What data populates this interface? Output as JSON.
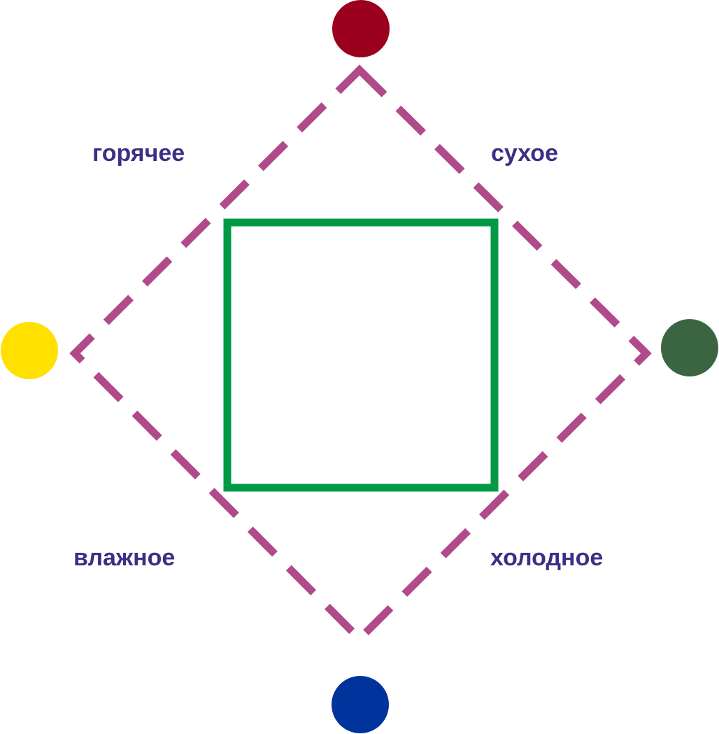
{
  "colors": {
    "background": "#ffffff",
    "diamond": "#b04a8a",
    "square": "#009944",
    "label": "#3b3086",
    "node_top": "#9b001c",
    "node_right": "#3b6540",
    "node_bottom": "#00349c",
    "node_left": "#ffe100"
  },
  "labels": {
    "hot": "горячее",
    "dry": "сухое",
    "moist": "влажное",
    "cold": "холодное"
  },
  "nodes": {
    "top": {
      "icon": "circle-icon"
    },
    "right": {
      "icon": "circle-icon"
    },
    "bottom": {
      "icon": "circle-icon"
    },
    "left": {
      "icon": "circle-icon"
    }
  }
}
